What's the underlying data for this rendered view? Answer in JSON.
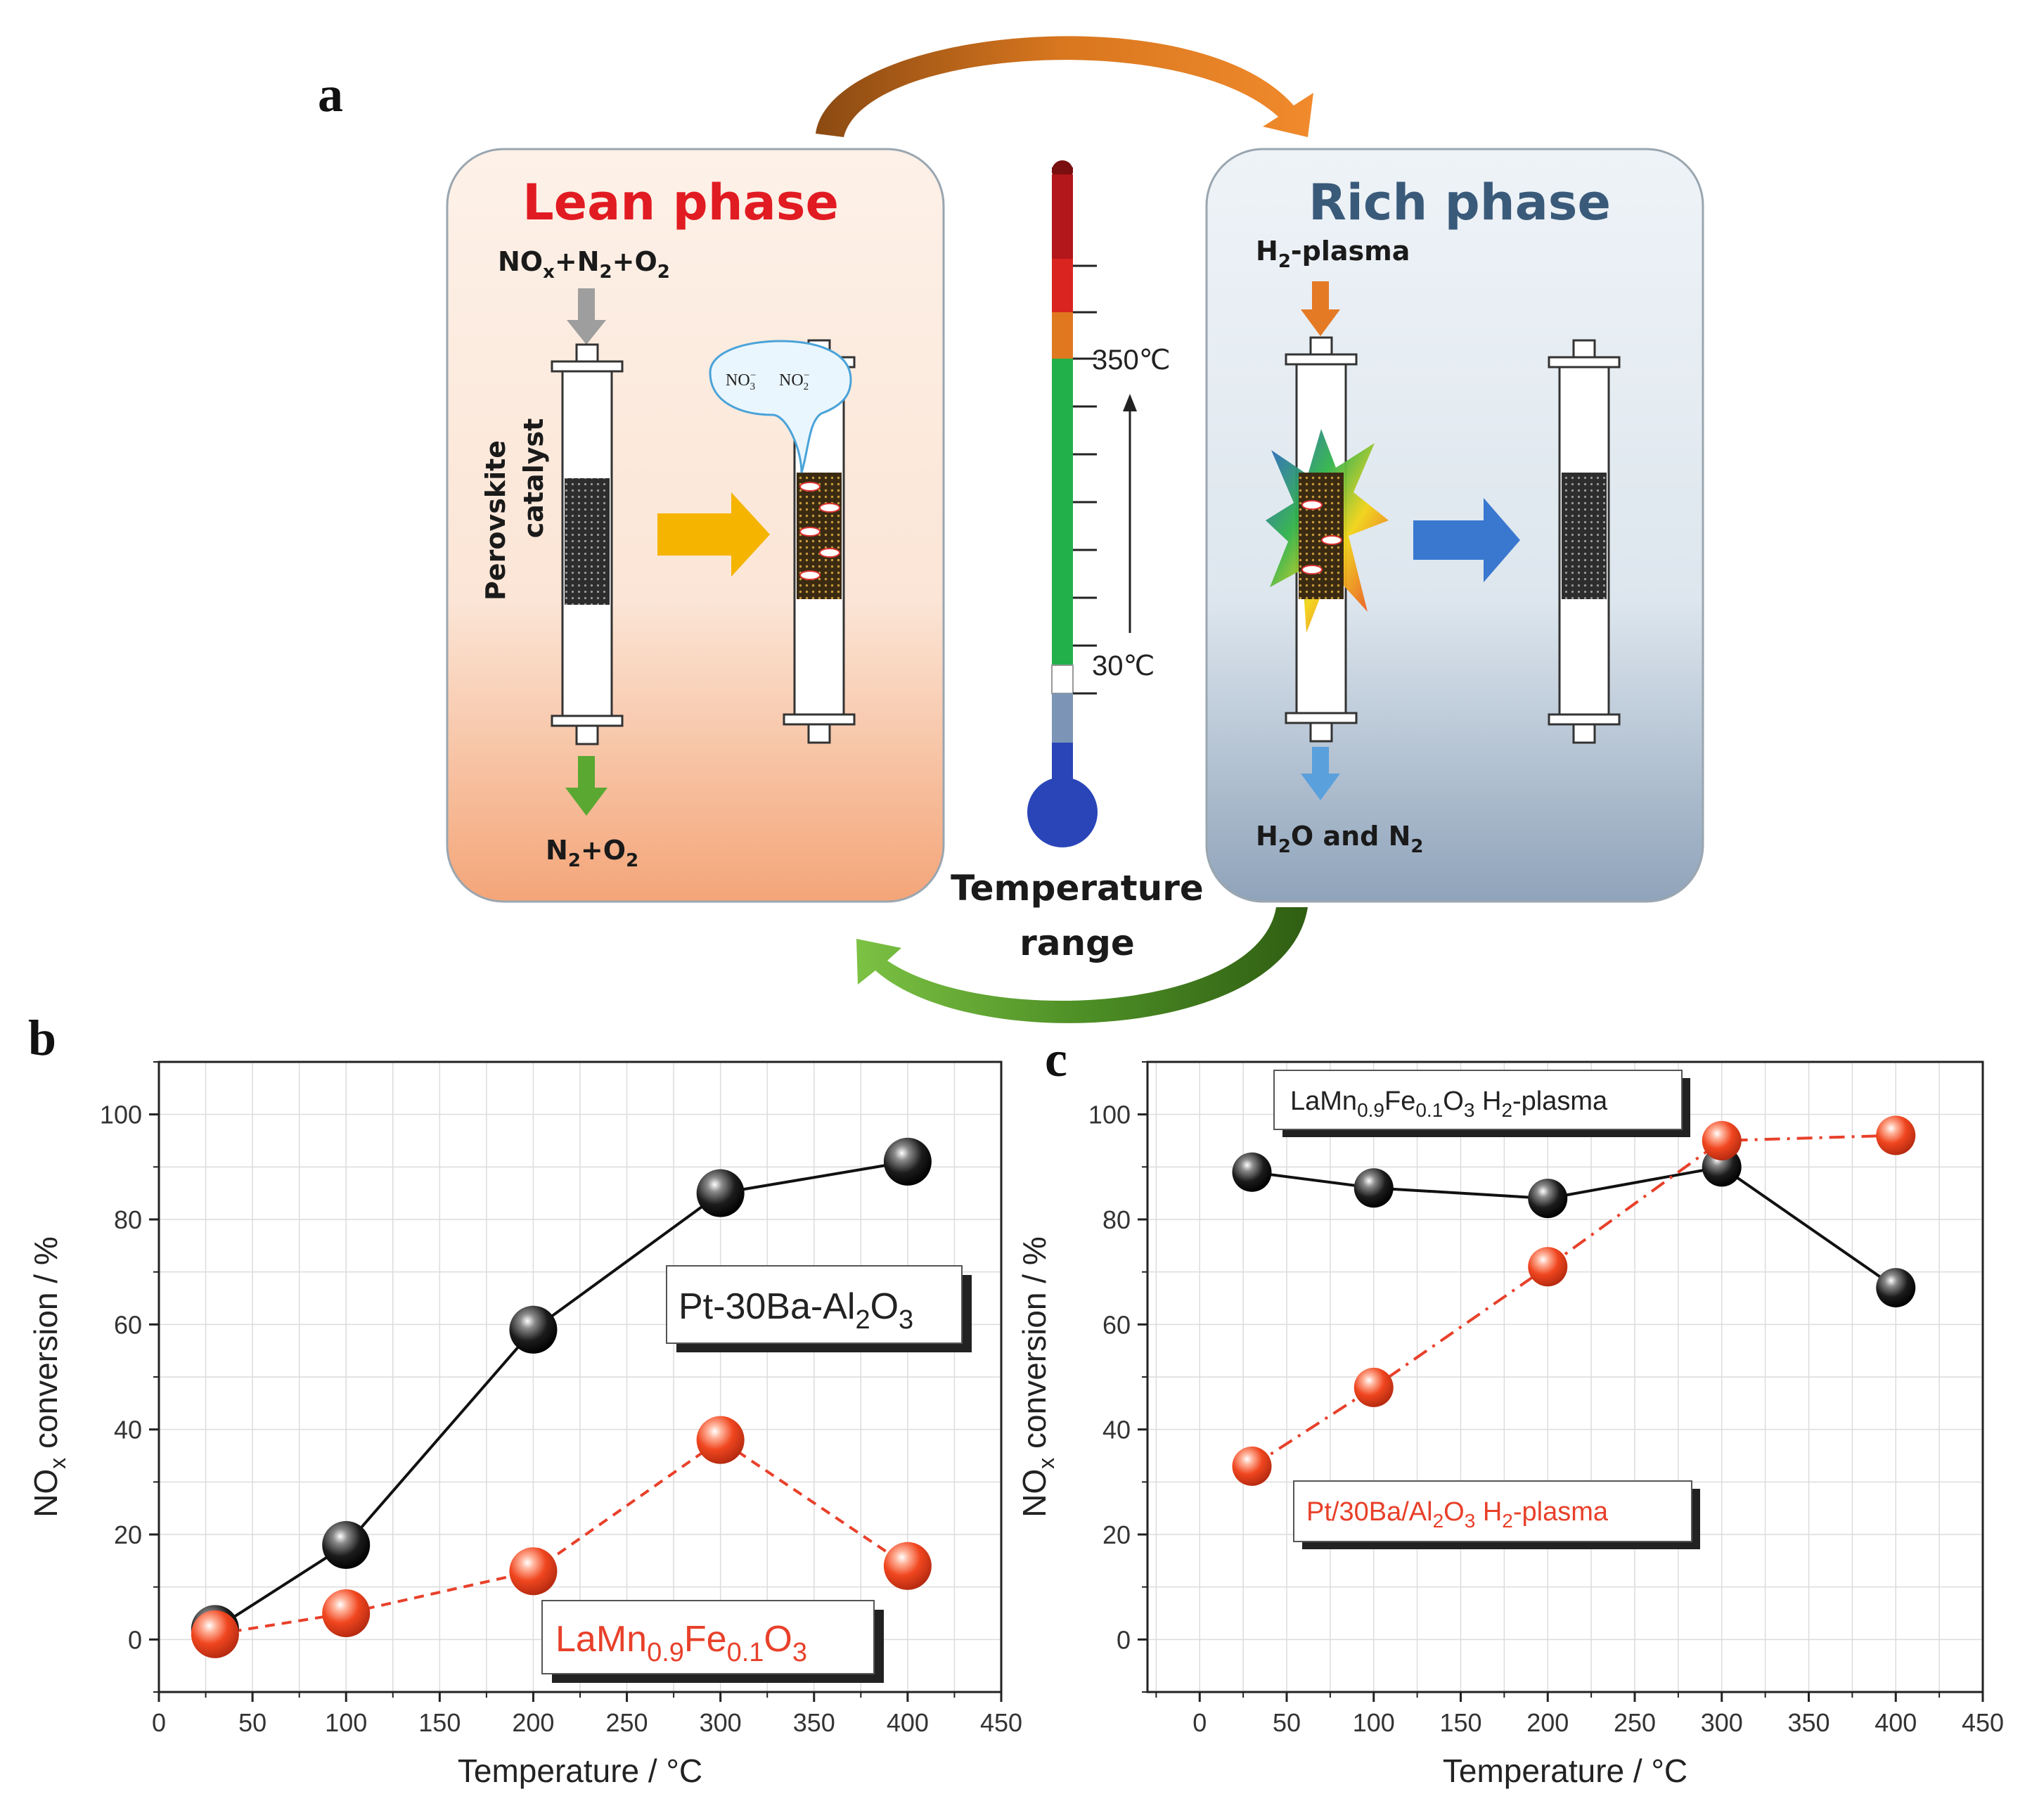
{
  "figure": {
    "panel_a": {
      "letter": "a",
      "lean": {
        "title": "Lean phase",
        "inlet": "NO",
        "inlet_sub": "x",
        "inlet_rest": "+N",
        "inlet_sub2": "2",
        "inlet_rest2": "+O",
        "inlet_sub3": "2",
        "outlet": "N",
        "outlet_sub": "2",
        "outlet_rest": "+O",
        "outlet_sub2": "2",
        "catalyst_1": "Perovskite",
        "catalyst_2": "catalyst",
        "bubble_1": "NO",
        "bubble_1_sub": "3",
        "bubble_1_sup": "−",
        "bubble_2": "NO",
        "bubble_2_sub": "2",
        "bubble_2_sup": "−"
      },
      "rich": {
        "title": "Rich phase",
        "inlet": "H",
        "inlet_sub": "2",
        "inlet_rest": "-plasma",
        "outlet": "H",
        "outlet_sub": "2",
        "outlet_rest": "O and N",
        "outlet_sub2": "2"
      },
      "thermometer": {
        "high": "350℃",
        "low": "30℃",
        "label_1": "Temperature",
        "label_2": "range"
      },
      "colors": {
        "lean_title": "#e11b22",
        "rich_title": "#3a5a7a",
        "lean_arrow": "#f5b400",
        "rich_arrow": "#3a78d0"
      }
    },
    "panel_b": {
      "letter": "b",
      "legend_black": {
        "base": "Pt-30Ba-Al",
        "sub": "2",
        "mid": "O",
        "sub2": "3"
      },
      "legend_red": {
        "base": "LaMn",
        "sub": "0.9",
        "mid": "Fe",
        "sub2": "0.1",
        "end": "O",
        "sub3": "3"
      }
    },
    "panel_c": {
      "letter": "c",
      "legend_black": {
        "base": "LaMn",
        "sub": "0.9",
        "mid": "Fe",
        "sub2": "0.1",
        "end": "O",
        "sub3": "3",
        "tail": " H",
        "sub4": "2",
        "tail2": "-plasma"
      },
      "legend_red": {
        "base": "Pt/30Ba/Al",
        "sub": "2",
        "mid": "O",
        "sub2": "3",
        "tail": " H",
        "sub3": "2",
        "tail2": "-plasma"
      }
    }
  },
  "chart_data": [
    {
      "type": "line",
      "panel": "b",
      "xlabel": "Temperature / °C",
      "ylabel_main": "NO",
      "ylabel_sub": "x",
      "ylabel_rest": " conversion / %",
      "xlim": [
        0,
        450
      ],
      "ylim": [
        -10,
        110
      ],
      "xticks": [
        0,
        50,
        100,
        150,
        200,
        250,
        300,
        350,
        400,
        450
      ],
      "yticks": [
        0,
        20,
        40,
        60,
        80,
        100
      ],
      "grid": true,
      "series": [
        {
          "name": "Pt-30Ba-Al2O3",
          "color": "#111111",
          "line": "solid",
          "x": [
            30,
            100,
            200,
            300,
            400
          ],
          "y": [
            2,
            18,
            59,
            85,
            91
          ]
        },
        {
          "name": "LaMn0.9Fe0.1O3",
          "color": "#e8402a",
          "line": "dashed",
          "x": [
            30,
            100,
            200,
            300,
            400
          ],
          "y": [
            1,
            5,
            13,
            38,
            14
          ]
        }
      ]
    },
    {
      "type": "line",
      "panel": "c",
      "xlabel": "Temperature / °C",
      "ylabel_main": "NO",
      "ylabel_sub": "x",
      "ylabel_rest": " conversion / %",
      "xlim": [
        -30,
        450
      ],
      "ylim": [
        -10,
        110
      ],
      "xticks": [
        0,
        50,
        100,
        150,
        200,
        250,
        300,
        350,
        400,
        450
      ],
      "yticks": [
        0,
        20,
        40,
        60,
        80,
        100
      ],
      "grid": true,
      "series": [
        {
          "name": "LaMn0.9Fe0.1O3 H2-plasma",
          "color": "#111111",
          "line": "solid",
          "x": [
            30,
            100,
            200,
            300,
            400
          ],
          "y": [
            89,
            86,
            84,
            90,
            67
          ]
        },
        {
          "name": "Pt/30Ba/Al2O3 H2-plasma",
          "color": "#e8402a",
          "line": "dashdot",
          "x": [
            30,
            100,
            200,
            300,
            400
          ],
          "y": [
            33,
            48,
            71,
            95,
            96
          ]
        }
      ]
    }
  ]
}
